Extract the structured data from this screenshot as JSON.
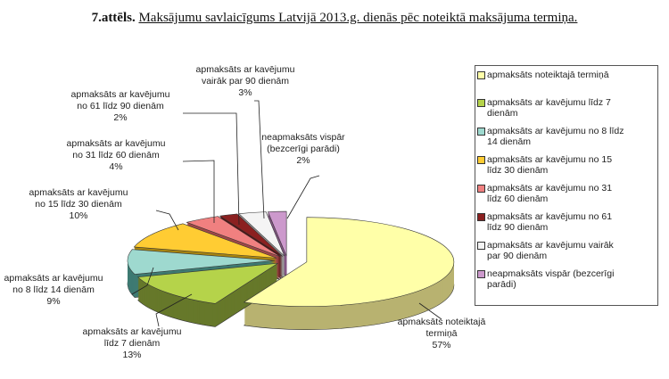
{
  "title": {
    "prefix": "7.attēls.",
    "text": "Maksājumu savlaicīgums Latvijā 2013.g. dienās pēc noteiktā maksājuma termiņa."
  },
  "chart_data": {
    "type": "pie",
    "title": "Maksājumu savlaicīgums Latvijā 2013.g. dienās pēc noteiktā maksājuma termiņa.",
    "legend_position": "right",
    "slices": [
      {
        "name": "apmaksāts noteiktajā termiņā",
        "label_lines": [
          "apmaksāts noteiktajā",
          "termiņā"
        ],
        "value": 57,
        "pct_label": "57%",
        "color": "#FFFFA8",
        "side": "#B8B270",
        "legend_lines": [
          "apmaksāts noteiktajā termiņā"
        ]
      },
      {
        "name": "apmaksāts ar kavējumu līdz 7 dienām",
        "label_lines": [
          "apmaksāts ar kavējumu",
          "līdz 7 dienām"
        ],
        "value": 13,
        "pct_label": "13%",
        "color": "#B5D34A",
        "side": "#66782A",
        "legend_lines": [
          "apmaksāts ar kavējumu līdz 7",
          "dienām"
        ]
      },
      {
        "name": "apmaksāts ar kavējumu no 8 līdz 14 dienām",
        "label_lines": [
          "apmaksāts ar kavējumu",
          "no 8 līdz 14 dienām"
        ],
        "value": 9,
        "pct_label": "9%",
        "color": "#9ED9CF",
        "side": "#3E7A72",
        "legend_lines": [
          "apmaksāts ar kavējumu no 8 līdz",
          "14 dienām"
        ]
      },
      {
        "name": "apmaksāts ar kavējumu no 15 līdz 30 dienām",
        "label_lines": [
          "apmaksāts ar kavējumu",
          "no 15 līdz 30 dienām"
        ],
        "value": 10,
        "pct_label": "10%",
        "color": "#FFCC33",
        "side": "#A88510",
        "legend_lines": [
          "apmaksāts ar kavējumu no 15",
          "līdz 30 dienām"
        ]
      },
      {
        "name": "apmaksāts ar kavējumu no 31 līdz 60 dienām",
        "label_lines": [
          "apmaksāts ar kavējumu",
          "no 31 līdz 60 dienām"
        ],
        "value": 4,
        "pct_label": "4%",
        "color": "#F08080",
        "side": "#A04848",
        "legend_lines": [
          "apmaksāts ar kavējumu no 31",
          "līdz 60 dienām"
        ]
      },
      {
        "name": "apmaksāts ar kavējumu no 61 līdz 90 dienām",
        "label_lines": [
          "apmaksāts ar kavējumu",
          "no 61 līdz 90 dienām"
        ],
        "value": 2,
        "pct_label": "2%",
        "color": "#8B2020",
        "side": "#551010",
        "legend_lines": [
          "apmaksāts ar kavējumu no 61",
          "līdz 90 dienām"
        ]
      },
      {
        "name": "apmaksāts ar kavējumu vairāk par 90 dienām",
        "label_lines": [
          "apmaksāts ar kavējumu",
          "vairāk par 90 dienām"
        ],
        "value": 3,
        "pct_label": "3%",
        "color": "#F4F4F4",
        "side": "#9A9A9A",
        "legend_lines": [
          "apmaksāts ar kavējumu vairāk",
          "par 90 dienām"
        ]
      },
      {
        "name": "neapmaksāts vispār (bezcerīgi parādi)",
        "label_lines": [
          "neapmaksāts vispār",
          "(bezcerīgi parādi)"
        ],
        "value": 2,
        "pct_label": "2%",
        "color": "#CC99CC",
        "side": "#845684",
        "legend_lines": [
          "neapmaksāts vispār (bezcerīgi",
          "parādi)"
        ]
      }
    ]
  }
}
